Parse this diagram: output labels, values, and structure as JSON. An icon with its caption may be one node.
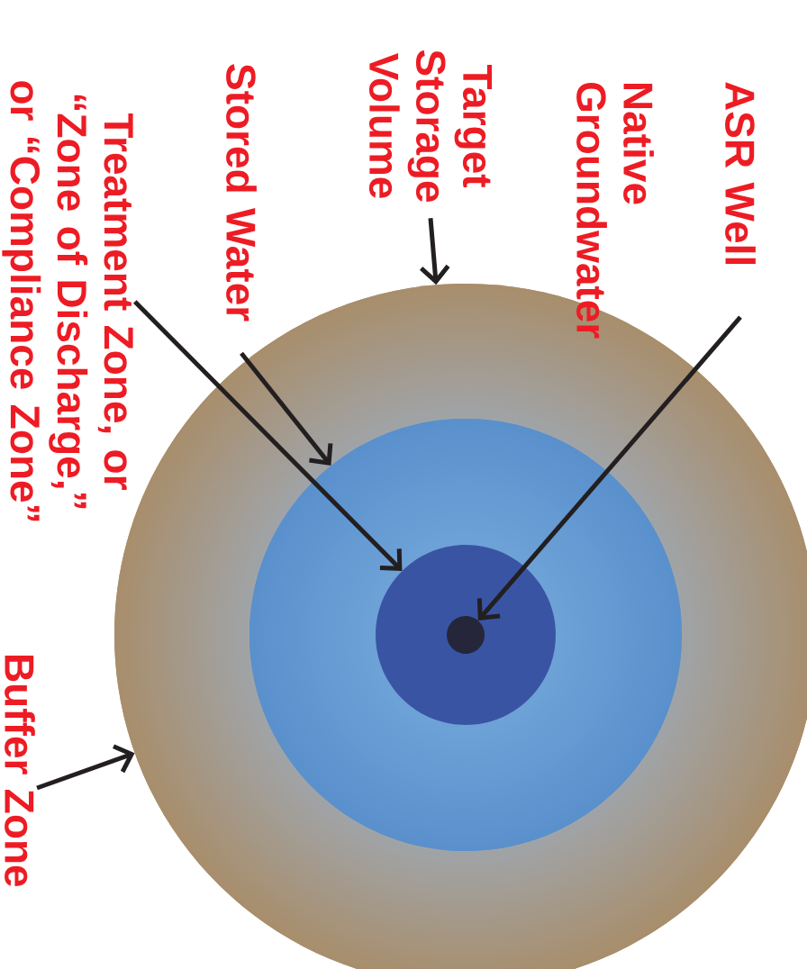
{
  "diagram": {
    "nodes": [
      {
        "text": [],
        "shape": "circle"
      },
      {
        "text": [],
        "shape": "circle",
        "in": 0
      },
      {
        "text": [],
        "shape": "circle",
        "in": 1
      },
      {
        "text": [],
        "shape": "circle",
        "in": 2
      },
      {
        "text": [
          "ASR Well"
        ]
      },
      {
        "text": [
          "Target Storage Volume"
        ]
      },
      {
        "text": [
          "Stored Water"
        ]
      },
      {
        "text": [
          "Treatment Zone, or “Zone of Discharge,” or “Compliance Zone”"
        ]
      },
      {
        "text": [
          "Buffer Zone"
        ]
      }
    ],
    "edges": [
      {
        "from": 4,
        "to": 3,
        "arrow": "to"
      },
      {
        "from": 5,
        "to": 0,
        "arrow": "to"
      },
      {
        "from": 6,
        "to": 1,
        "arrow": "to"
      },
      {
        "from": 7,
        "to": 2,
        "arrow": "to"
      },
      {
        "from": 8,
        "to": 0,
        "arrow": "to"
      }
    ],
    "labels": [
      "Native Groundwater"
    ]
  }
}
